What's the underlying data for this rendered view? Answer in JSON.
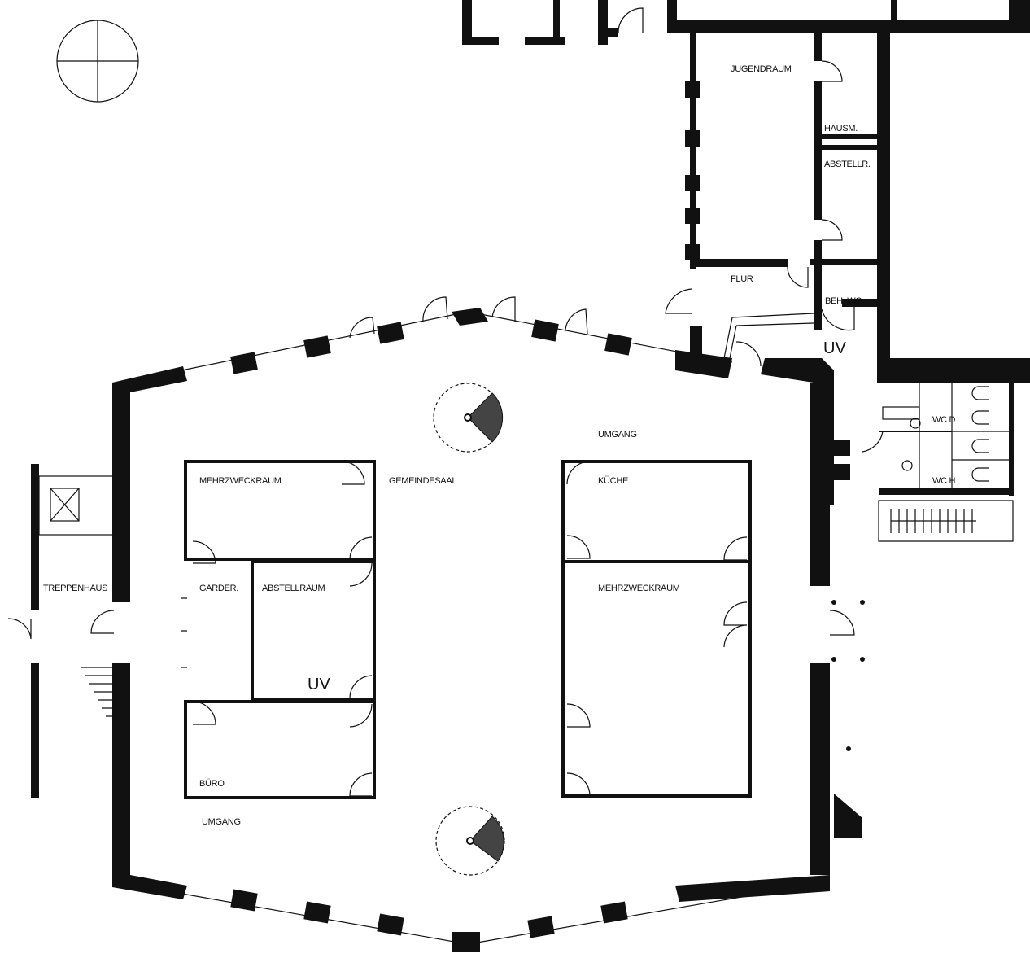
{
  "plan": {
    "rooms": {
      "jugendraum": "JUGENDRAUM",
      "hausm": "HAUSM.",
      "abstellr": "ABSTELLR.",
      "flur": "FLUR",
      "beh_wc": "BEH. WC",
      "uv_top": "UV",
      "umgang_top": "UMGANG",
      "gemeindesaal": "GEMEINDESAAL",
      "mehrzweckraum_left": "MEHRZWECKRAUM",
      "kueche": "KÜCHE",
      "mehrzweckraum_right": "MEHRZWECKRAUM",
      "garder": "GARDER.",
      "abstellraum": "ABSTELLRAUM",
      "uv_mid": "UV",
      "buero": "BÜRO",
      "umgang_bottom": "UMGANG",
      "treppenhaus": "TREPPENHAUS",
      "wc_d": "WC D",
      "wc_h": "WC H"
    },
    "colors": {
      "ink": "#111111",
      "paper": "#ffffff"
    }
  }
}
